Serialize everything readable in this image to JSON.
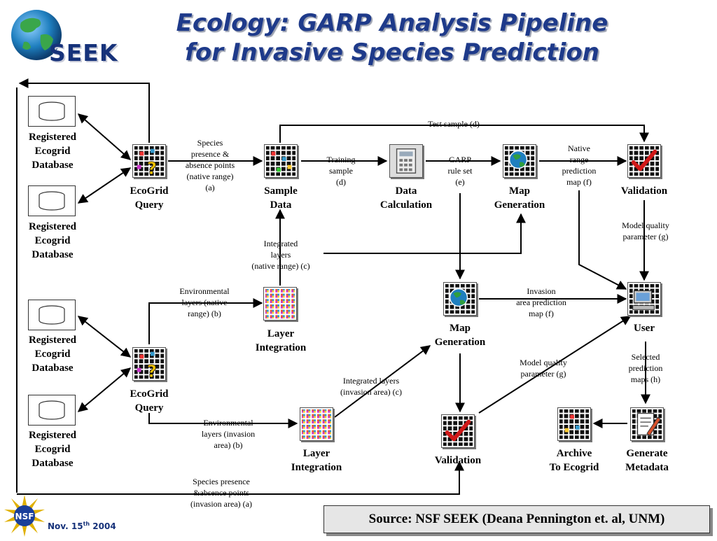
{
  "title": {
    "line1": "Ecology: GARP Analysis Pipeline",
    "line2": "for Invasive Species Prediction"
  },
  "logo": {
    "text": "SEEK"
  },
  "nodes": {
    "db1": [
      "Registered",
      "Ecogrid",
      "Database"
    ],
    "db2": [
      "Registered",
      "Ecogrid",
      "Database"
    ],
    "db3": [
      "Registered",
      "Ecogrid",
      "Database"
    ],
    "db4": [
      "Registered",
      "Ecogrid",
      "Database"
    ],
    "ecogrid_query_1": [
      "EcoGrid",
      "Query"
    ],
    "ecogrid_query_2": [
      "EcoGrid",
      "Query"
    ],
    "sample_data": [
      "Sample",
      "Data"
    ],
    "data_calculation": [
      "Data",
      "Calculation"
    ],
    "map_generation_1": [
      "Map",
      "Generation"
    ],
    "validation_1": [
      "Validation"
    ],
    "layer_integration_1": [
      "Layer",
      "Integration"
    ],
    "layer_integration_2": [
      "Layer",
      "Integration"
    ],
    "map_generation_2": [
      "Map",
      "Generation"
    ],
    "validation_2": [
      "Validation"
    ],
    "user": [
      "User"
    ],
    "archive": [
      "Archive",
      "To Ecogrid"
    ],
    "generate_metadata": [
      "Generate",
      "Metadata"
    ]
  },
  "edges": {
    "species_native": [
      "Species",
      "presence &",
      "absence points",
      "(native range)",
      "(a)"
    ],
    "training_sample": [
      "Training",
      "sample",
      "(d)"
    ],
    "garp_rule_set": [
      "GARP",
      "rule set",
      "(e)"
    ],
    "native_range_map": [
      "Native",
      "range",
      "prediction",
      "map (f)"
    ],
    "test_sample": [
      "Test sample (d)"
    ],
    "model_quality_1": [
      "Model quality",
      "parameter (g)"
    ],
    "integrated_native": [
      "Integrated",
      "layers",
      "(native range) (c)"
    ],
    "env_native": [
      "Environmental",
      "layers (native",
      "range)  (b)"
    ],
    "invasion_map": [
      "Invasion",
      "area prediction",
      "map  (f)"
    ],
    "model_quality_2": [
      "Model quality",
      "parameter (g)"
    ],
    "selected_maps": [
      "Selected",
      "prediction",
      "maps  (h)"
    ],
    "integrated_invasion": [
      "Integrated layers",
      "(invasion area) (c)"
    ],
    "env_invasion": [
      "Environmental",
      "layers (invasion",
      "area)  (b)"
    ],
    "species_invasion": [
      "Species presence",
      "&absence points",
      "(invasion area) (a)"
    ]
  },
  "footer": {
    "source": "Source: NSF SEEK (Deana Pennington et. al, UNM)",
    "date_prefix": "Nov. 15",
    "date_sup": "th",
    "date_suffix": " 2004",
    "nsf_text": "NSF"
  },
  "colors": {
    "title": "#1e3a8a",
    "logo_text": "#16327a",
    "arrow": "#000000",
    "checkmark": "#d01818",
    "globe_water": "#1f7fbf",
    "globe_land": "#2f9e3f",
    "question_mark": "#f2c200"
  },
  "icons": {
    "query": "grid-question-icon",
    "sample": "grid-sample-icon",
    "calculation": "calculator-icon",
    "map": "grid-globe-icon",
    "validation": "grid-checkmark-icon",
    "layers": "colored-layer-grid-icon",
    "user": "computer-user-icon",
    "archive": "grid-archive-icon",
    "metadata": "document-pen-icon",
    "database": "database-cylinder-icon"
  }
}
